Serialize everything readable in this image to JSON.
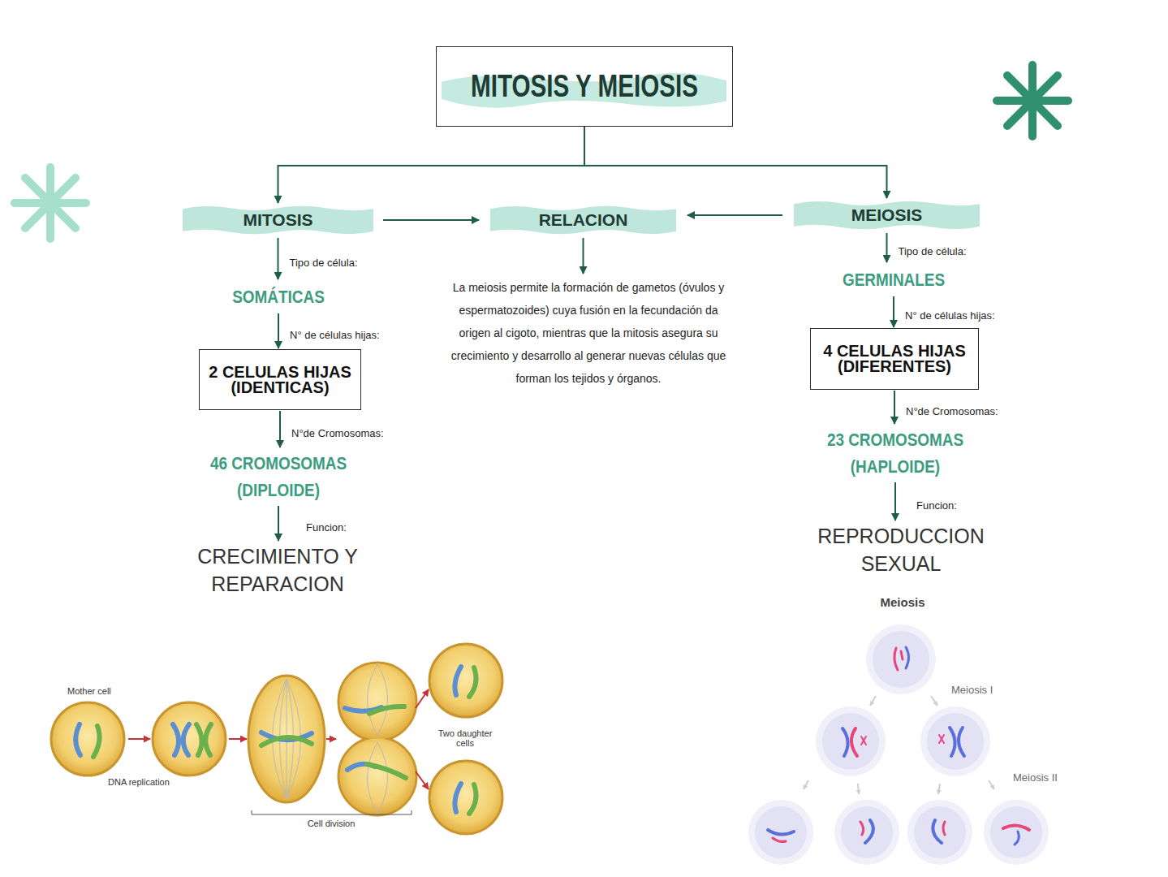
{
  "diagram": {
    "nodes": [
      {
        "text": [
          "MITOSIS Y MEIOSIS"
        ]
      },
      {
        "text": [
          "MITOSIS"
        ]
      },
      {
        "text": [
          "RELACION"
        ]
      },
      {
        "text": [
          "MEIOSIS"
        ]
      },
      {
        "text": [
          "SOMÁTICAS"
        ]
      },
      {
        "text": [
          "La meiosis permite la formación de gametos (óvulos y espermatozoides) cuya fusión en la fecundación da origen al cigoto, mientras que la mitosis asegura su crecimiento y desarrollo al generar nuevas células que forman los tejidos y órganos."
        ]
      },
      {
        "text": [
          "GERMINALES"
        ]
      },
      {
        "text": [
          "2 CELULAS HIJAS (IDENTICAS)"
        ]
      },
      {
        "text": [
          "4 CELULAS HIJAS (DIFERENTES)"
        ]
      },
      {
        "text": [
          "46 CROMOSOMAS (DIPLOIDE)"
        ]
      },
      {
        "text": [
          "23 CROMOSOMAS (HAPLOIDE)"
        ]
      },
      {
        "text": [
          "CRECIMIENTO Y REPARACION"
        ]
      },
      {
        "text": [
          "REPRODUCCION SEXUAL"
        ]
      }
    ],
    "edges": [
      {
        "from": 0,
        "to": 1,
        "arrow": "to"
      },
      {
        "from": 0,
        "to": 3,
        "arrow": "to"
      },
      {
        "from": 1,
        "to": 2,
        "arrow": "to"
      },
      {
        "from": 3,
        "to": 2,
        "arrow": "to"
      },
      {
        "from": 2,
        "to": 5,
        "arrow": "to"
      },
      {
        "from": 1,
        "to": 4,
        "label": "Tipo de célula:",
        "arrow": "to"
      },
      {
        "from": 4,
        "to": 7,
        "label": "N° de células hijas:",
        "arrow": "to"
      },
      {
        "from": 7,
        "to": 9,
        "label": "N°de Cromosomas:",
        "arrow": "to"
      },
      {
        "from": 9,
        "to": 11,
        "label": "Funcion:",
        "arrow": "to"
      },
      {
        "from": 3,
        "to": 6,
        "label": "Tipo de célula:",
        "arrow": "to"
      },
      {
        "from": 6,
        "to": 8,
        "label": "N° de células hijas:",
        "arrow": "to"
      },
      {
        "from": 8,
        "to": 10,
        "label": "N°de Cromosomas:",
        "arrow": "to"
      },
      {
        "from": 10,
        "to": 12,
        "label": "Funcion:",
        "arrow": "to"
      }
    ],
    "labels": [
      "Mother cell",
      "DNA replication",
      "Cell division",
      "Two daughter cells",
      "Meiosis",
      "Meiosis I",
      "Meiosis II"
    ]
  }
}
